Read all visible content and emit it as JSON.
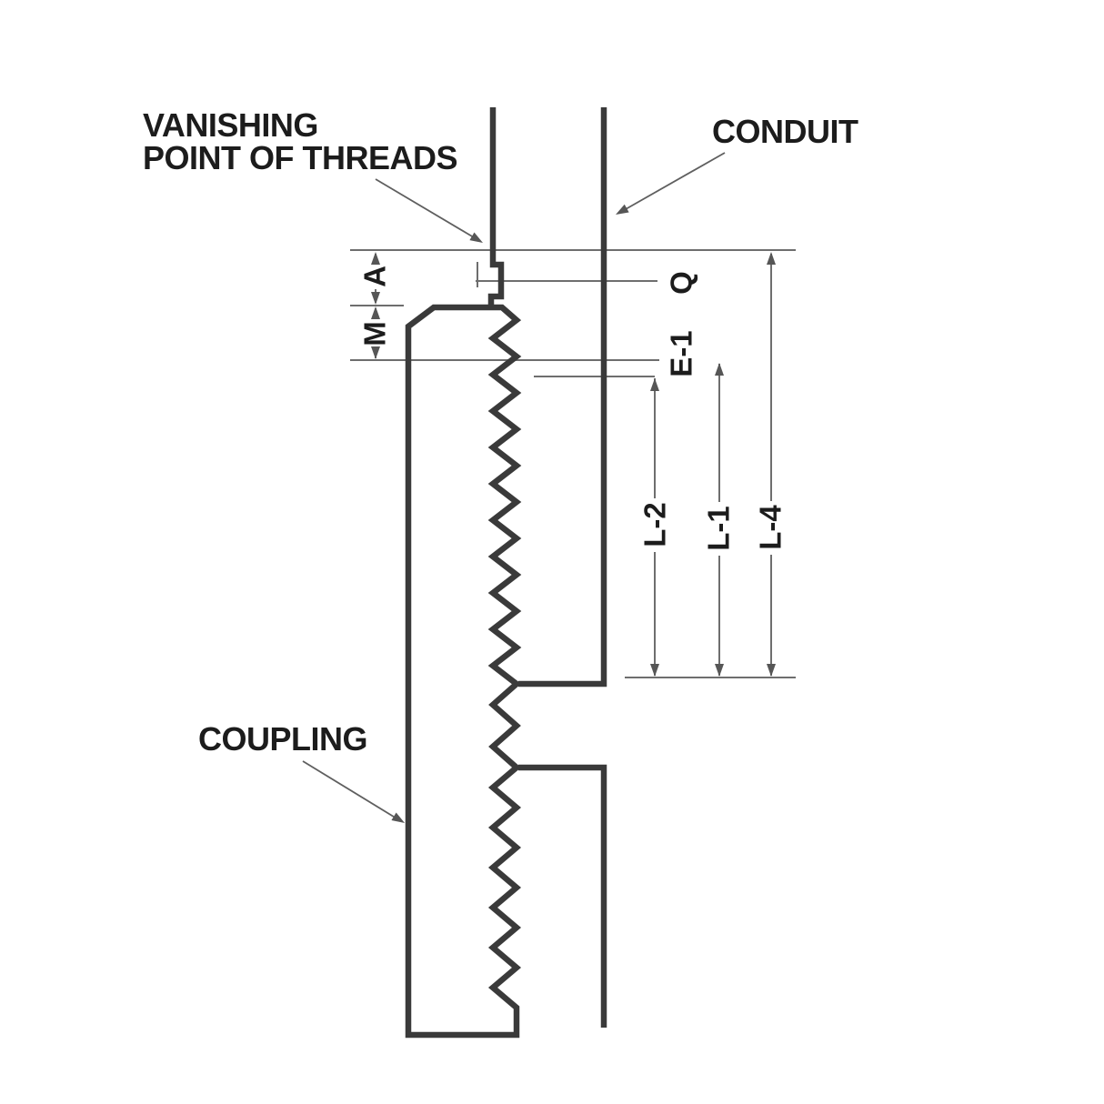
{
  "labels": {
    "vanishing_line1": "VANISHING",
    "vanishing_line2": "POINT OF THREADS",
    "conduit": "CONDUIT",
    "coupling": "COUPLING"
  },
  "dimension_labels": {
    "a": "A",
    "m": "M",
    "q": "Q",
    "e1": "E-1",
    "l2": "L-2",
    "l1": "L-1",
    "l4": "L-4"
  },
  "colors": {
    "outline": "#3a3a3a",
    "dimension_line": "#6e6e6e",
    "text": "#1c1c1c",
    "background": "#ffffff"
  }
}
